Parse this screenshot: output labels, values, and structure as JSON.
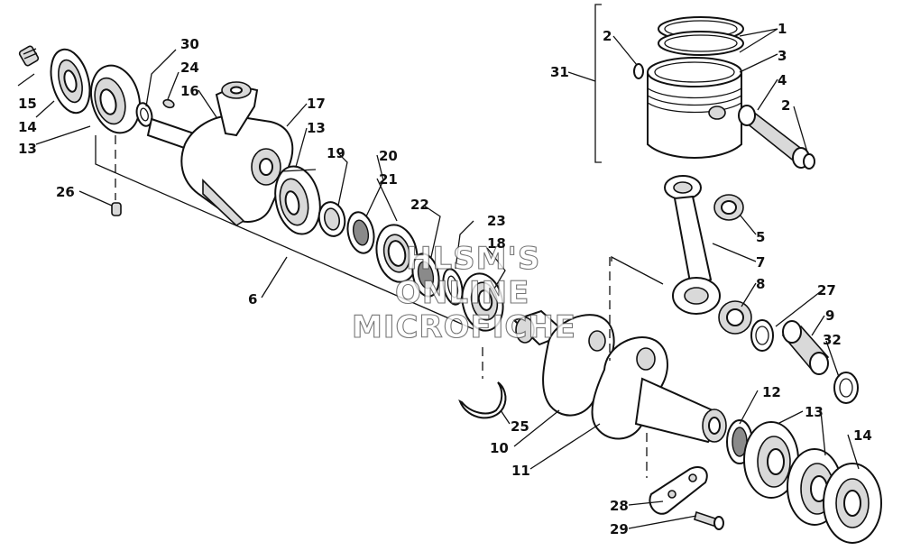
{
  "callouts": [
    {
      "id": "c1",
      "text": "1"
    },
    {
      "id": "c2a",
      "text": "2"
    },
    {
      "id": "c2b",
      "text": "2"
    },
    {
      "id": "c3",
      "text": "3"
    },
    {
      "id": "c4",
      "text": "4"
    },
    {
      "id": "c5",
      "text": "5"
    },
    {
      "id": "c6",
      "text": "6"
    },
    {
      "id": "c7",
      "text": "7"
    },
    {
      "id": "c8",
      "text": "8"
    },
    {
      "id": "c9",
      "text": "9"
    },
    {
      "id": "c10",
      "text": "10"
    },
    {
      "id": "c11",
      "text": "11"
    },
    {
      "id": "c12",
      "text": "12"
    },
    {
      "id": "c13a",
      "text": "13"
    },
    {
      "id": "c13b",
      "text": "13"
    },
    {
      "id": "c13c",
      "text": "13"
    },
    {
      "id": "c14a",
      "text": "14"
    },
    {
      "id": "c14b",
      "text": "14"
    },
    {
      "id": "c15",
      "text": "15"
    },
    {
      "id": "c16",
      "text": "16"
    },
    {
      "id": "c17",
      "text": "17"
    },
    {
      "id": "c18",
      "text": "18"
    },
    {
      "id": "c19",
      "text": "19"
    },
    {
      "id": "c20",
      "text": "20"
    },
    {
      "id": "c21",
      "text": "21"
    },
    {
      "id": "c22",
      "text": "22"
    },
    {
      "id": "c23",
      "text": "23"
    },
    {
      "id": "c24",
      "text": "24"
    },
    {
      "id": "c25",
      "text": "25"
    },
    {
      "id": "c26",
      "text": "26"
    },
    {
      "id": "c27",
      "text": "27"
    },
    {
      "id": "c28",
      "text": "28"
    },
    {
      "id": "c29",
      "text": "29"
    },
    {
      "id": "c30",
      "text": "30"
    },
    {
      "id": "c31",
      "text": "31"
    },
    {
      "id": "c32",
      "text": "32"
    }
  ],
  "watermark": {
    "line1": "HLSM'S",
    "line2": "ONLINE",
    "line3": "MICROFICHE"
  }
}
